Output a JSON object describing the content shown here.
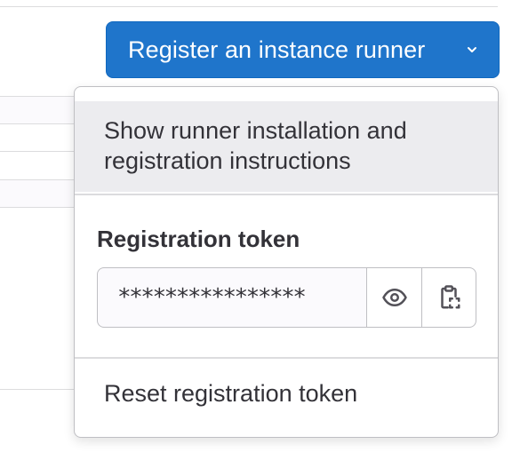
{
  "header": {
    "register_button_label": "Register an instance runner",
    "chevron_icon": "chevron-down-icon"
  },
  "dropdown": {
    "instructions_item": {
      "line1": "Show runner installation and",
      "line2": "registration instructions"
    },
    "registration_token": {
      "heading": "Registration token",
      "masked_value": "****************",
      "reveal_icon": "eye-icon",
      "copy_icon": "clipboard-icon"
    },
    "reset_item_label": "Reset registration token"
  },
  "colors": {
    "primary_button": "#1f75cb",
    "highlight_bg": "#ececef",
    "text": "#333238",
    "border": "#bfbfc3"
  }
}
